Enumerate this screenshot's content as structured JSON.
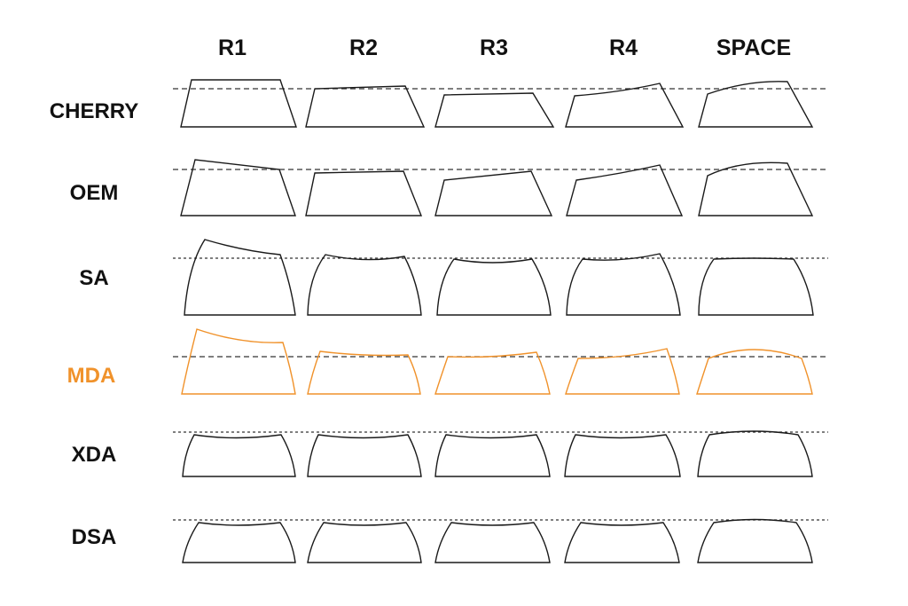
{
  "title": "",
  "columns": [
    "R1",
    "R2",
    "R3",
    "R4",
    "SPACE"
  ],
  "rows": [
    {
      "label": "CHERRY",
      "highlight": false
    },
    {
      "label": "OEM",
      "highlight": false
    },
    {
      "label": "SA",
      "highlight": false
    },
    {
      "label": "MDA",
      "highlight": true
    },
    {
      "label": "XDA",
      "highlight": false
    },
    {
      "label": "DSA",
      "highlight": false
    }
  ],
  "colors": {
    "text": "#111111",
    "stroke": "#1a1a1a",
    "highlight": "#f0922b",
    "reference_line": "#333333"
  }
}
